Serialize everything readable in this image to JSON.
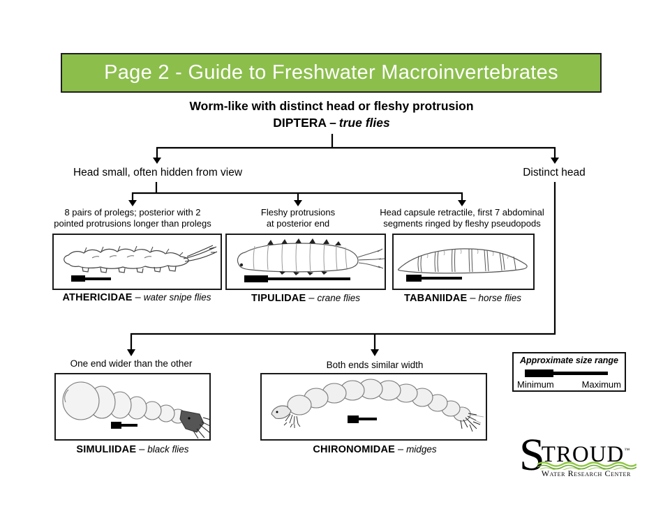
{
  "banner": {
    "title": "Page 2 - Guide to Freshwater Macroinvertebrates"
  },
  "heading": {
    "line1": "Worm-like with distinct head or fleshy protrusion",
    "taxon": "DIPTERA",
    "taxon_common": "true flies"
  },
  "ui": {
    "dash": "–"
  },
  "branch_level1": {
    "left_label": "Head small, often hidden from view",
    "right_label": "Distinct head"
  },
  "cards": {
    "athericidae": {
      "desc_line1": "8 pairs of prolegs; posterior with 2",
      "desc_line2": "pointed protrusions longer than prolegs",
      "family": "ATHERICIDAE",
      "common": "water snipe flies"
    },
    "tipulidae": {
      "desc_line1": "Fleshy protrusions",
      "desc_line2": "at posterior end",
      "family": "TIPULIDAE",
      "common": "crane flies"
    },
    "tabaniidae": {
      "desc_line1": "Head capsule retractile, first 7 abdominal",
      "desc_line2": "segments ringed by fleshy pseudopods",
      "family": "TABANIIDAE",
      "common": "horse flies"
    },
    "simuliidae": {
      "desc_line1": "One end wider than the other",
      "family": "SIMULIIDAE",
      "common": "black flies"
    },
    "chironomidae": {
      "desc_line1": "Both ends similar width",
      "family": "CHIRONOMIDAE",
      "common": "midges"
    }
  },
  "legend": {
    "title": "Approximate size range",
    "min_label": "Minimum",
    "max_label": "Maximum"
  },
  "logo": {
    "initial": "S",
    "rest": "TROUD",
    "trademark": "™",
    "subtext": "Water Research Center"
  },
  "colors": {
    "banner_green": "#8CBE4C",
    "banner_text": "#FFFFFF",
    "line_black": "#000000",
    "logo_wave_green": "#8DC63F"
  }
}
